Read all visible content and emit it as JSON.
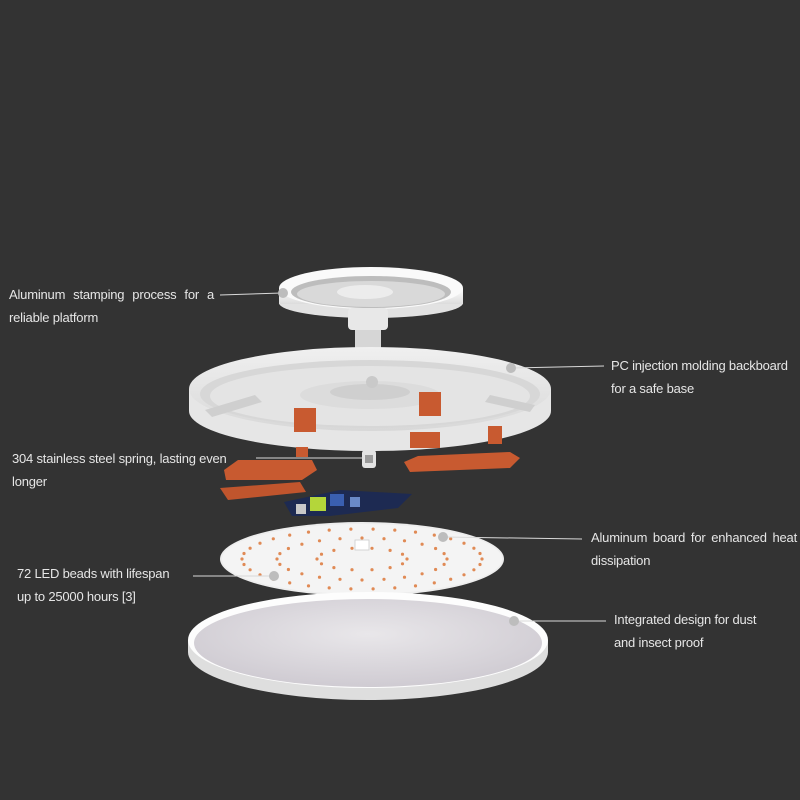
{
  "labels": {
    "aluminum_stamping": {
      "line1": "Aluminum stamping process for a",
      "line2": "reliable platform"
    },
    "pc_backboard": {
      "line1": "PC injection molding backboard",
      "line2": "for a safe base"
    },
    "spring": {
      "line1": "304 stainless steel spring, lasting even",
      "line2": "longer"
    },
    "aluminum_board": {
      "line1": "Aluminum board for enhanced heat",
      "line2": "dissipation"
    },
    "led_beads": {
      "line1": "72 LED beads with lifespan",
      "line2": "up to 25000 hours [3]"
    },
    "integrated": {
      "line1": "Integrated design for dust",
      "line2": "and insect proof"
    }
  },
  "colors": {
    "background": "#333333",
    "text": "#e6e6e6",
    "leader_line": "#d9d9d9",
    "bracket_orange": "#c85a30",
    "led_orange": "#e08a55",
    "white_shell": "#f2f2f2"
  }
}
